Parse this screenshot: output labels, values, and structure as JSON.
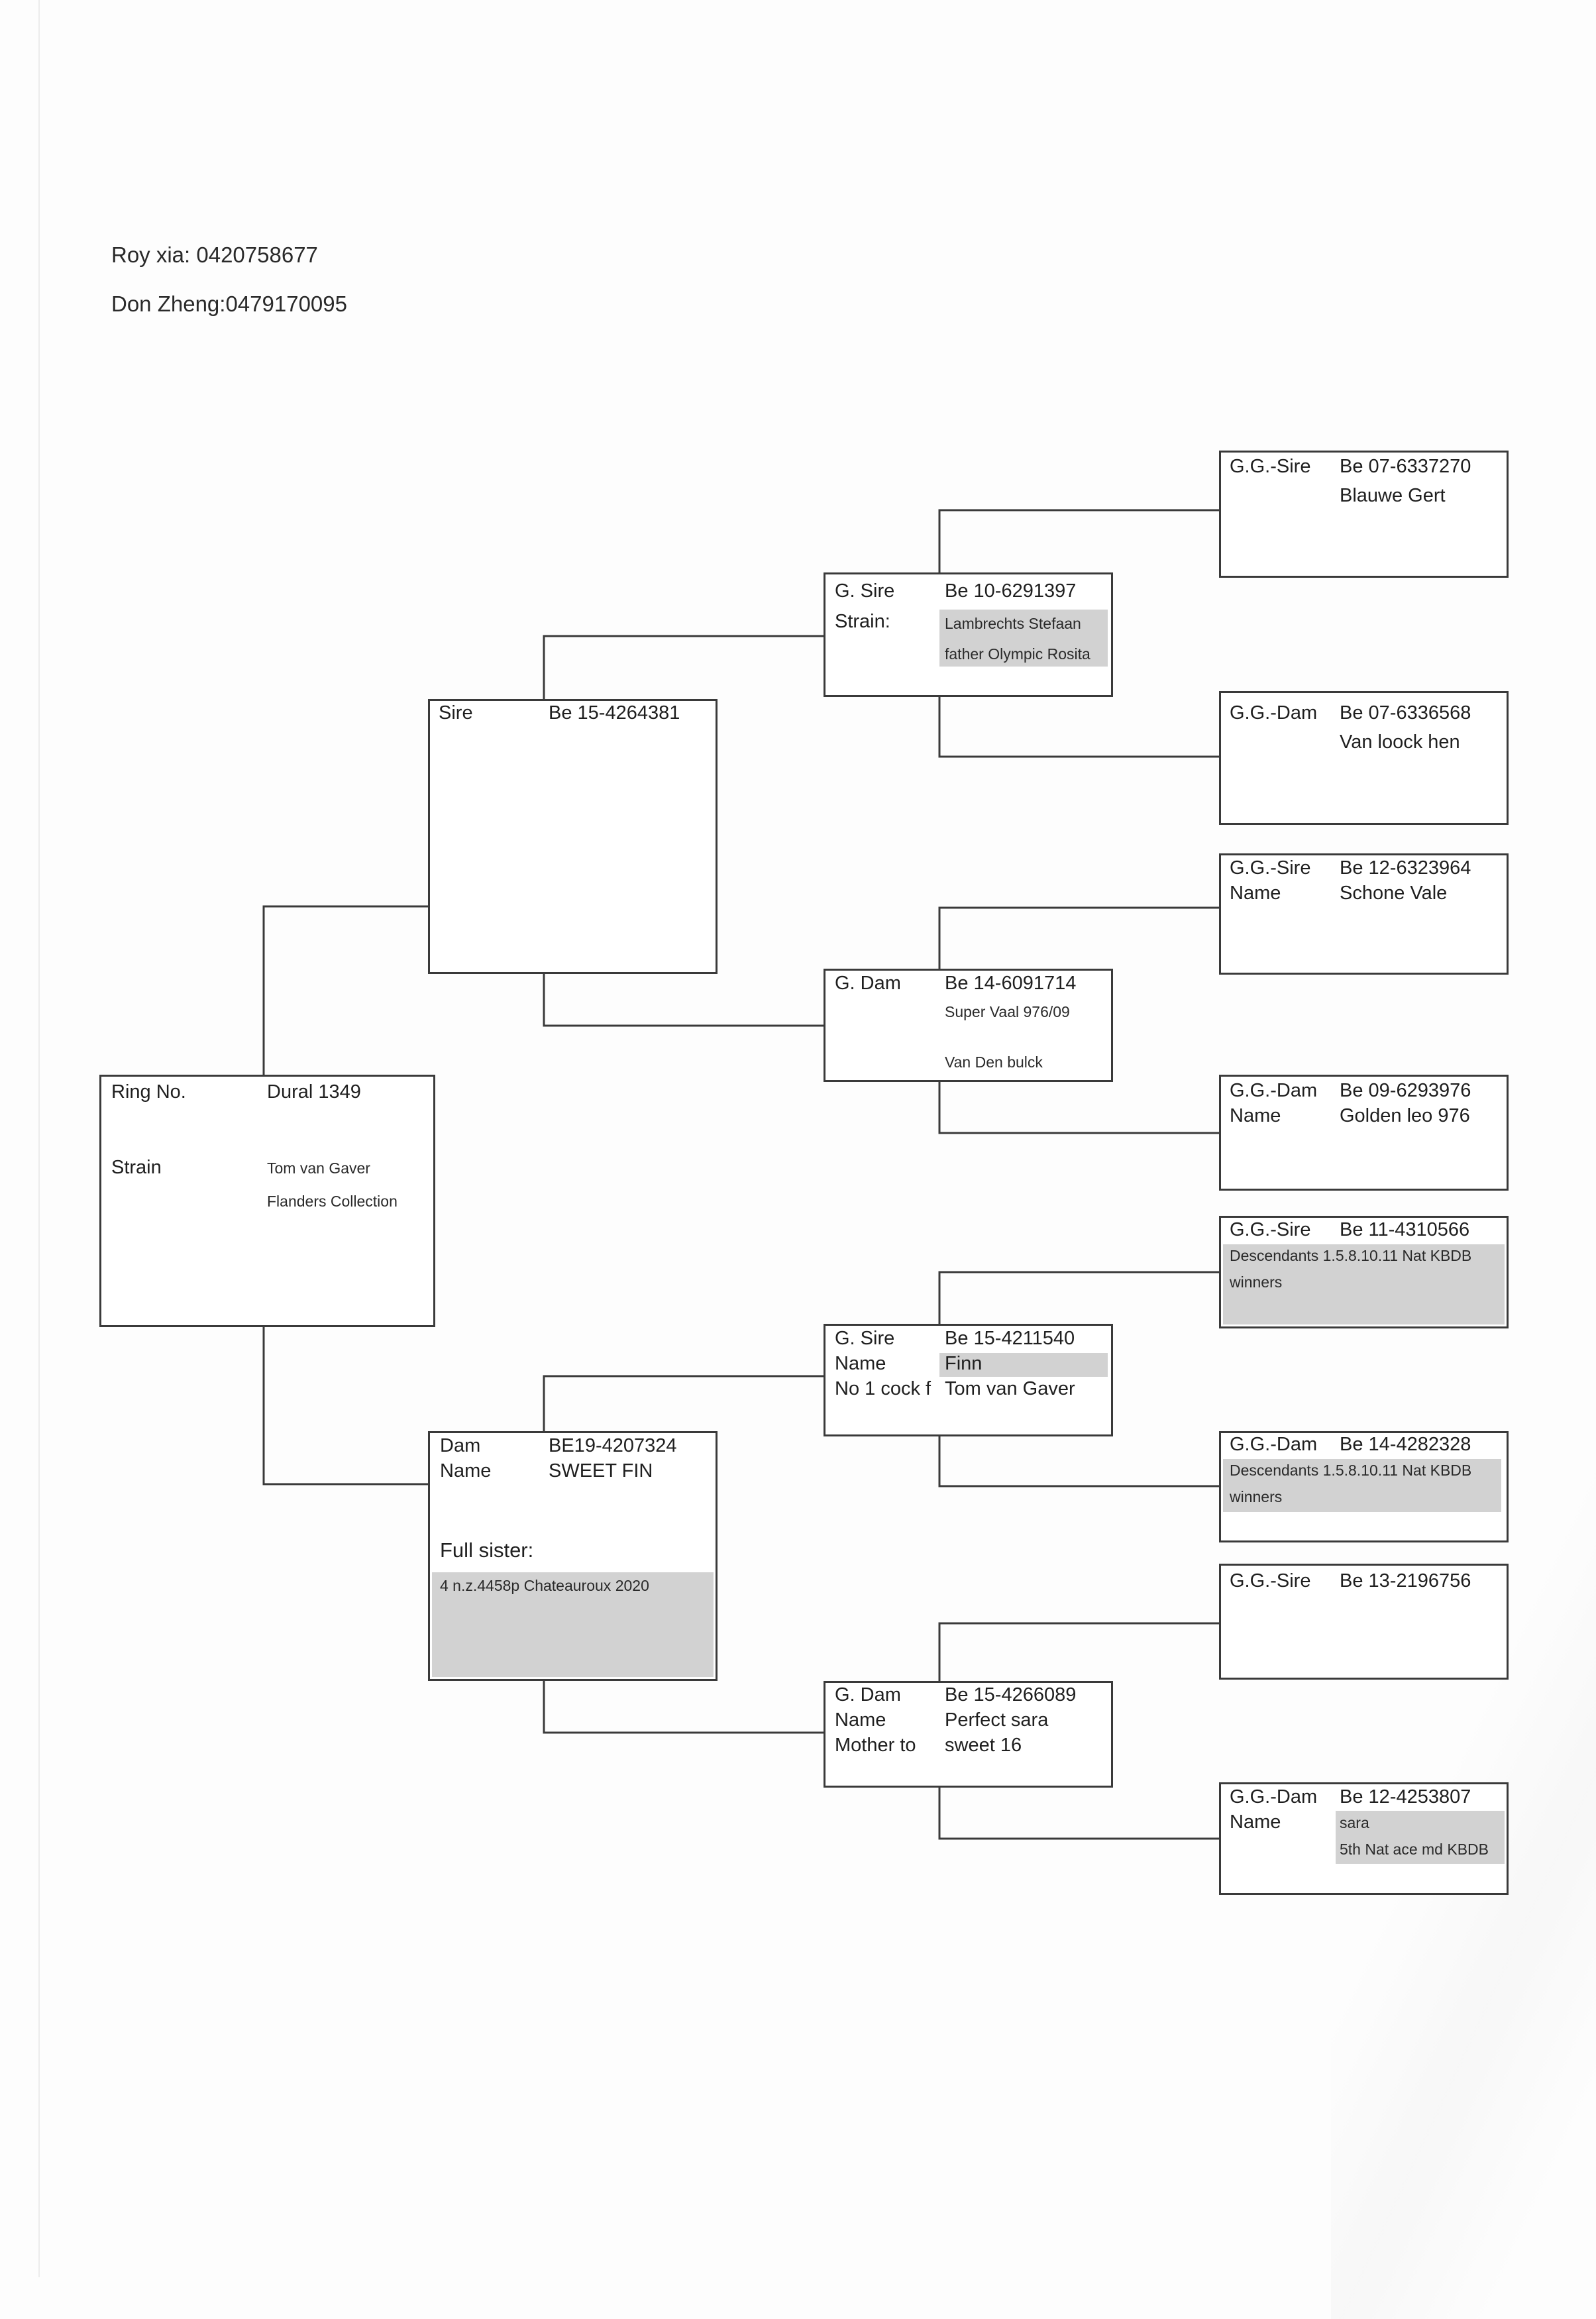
{
  "contacts": [
    {
      "text": "Roy xia: 0420758677"
    },
    {
      "text": "Don Zheng:0479170095"
    }
  ],
  "subject": {
    "ring_label": "Ring No.",
    "ring": "Dural 1349",
    "strain_label": "Strain",
    "strain_line1": "Tom van Gaver",
    "strain_line2": "Flanders Collection"
  },
  "sire": {
    "label": "Sire",
    "ring": "Be 15-4264381"
  },
  "dam": {
    "label": "Dam",
    "ring": "BE19-4207324",
    "name_label": "Name",
    "name": "SWEET FIN",
    "note_label": "Full sister:",
    "note": "4 n.z.4458p Chateauroux 2020"
  },
  "gsire_1": {
    "label": "G. Sire",
    "ring": "Be 10-6291397",
    "strain_label": "Strain:",
    "strain_line1": "Lambrechts Stefaan",
    "strain_line2": "father Olympic Rosita"
  },
  "gdam_1": {
    "label": "G. Dam",
    "ring": "Be 14-6091714",
    "line1": "Super Vaal 976/09",
    "line2": "Van Den bulck"
  },
  "gsire_2": {
    "label": "G. Sire",
    "ring": "Be 15-4211540",
    "name_label": "Name",
    "name": "Finn",
    "extra_label": "No 1 cock f",
    "extra": "Tom van Gaver"
  },
  "gdam_2": {
    "label": "G. Dam",
    "ring": "Be 15-4266089",
    "name_label": "Name",
    "name": "Perfect sara",
    "extra_label": "Mother to",
    "extra": "sweet 16"
  },
  "gg": [
    {
      "label": "G.G.-Sire",
      "ring": "Be 07-6337270",
      "line1": "Blauwe Gert"
    },
    {
      "label": "G.G.-Dam",
      "ring": "Be 07-6336568",
      "line1": "Van loock hen"
    },
    {
      "label": "G.G.-Sire",
      "ring": "Be 12-6323964",
      "name_label": "Name",
      "line1": "Schone Vale"
    },
    {
      "label": "G.G.-Dam",
      "ring": "Be 09-6293976",
      "name_label": "Name",
      "line1": "Golden leo 976"
    },
    {
      "label": "G.G.-Sire",
      "ring": "Be 11-4310566",
      "note1": "Descendants 1.5.8.10.11 Nat KBDB",
      "note2": "winners"
    },
    {
      "label": "G.G.-Dam",
      "ring": "Be 14-4282328",
      "note1": "Descendants 1.5.8.10.11 Nat KBDB",
      "note2": "winners"
    },
    {
      "label": "G.G.-Sire",
      "ring": "Be 13-2196756"
    },
    {
      "label": "G.G.-Dam",
      "ring": "Be 12-4253807",
      "name_label": "Name",
      "line1": "sara",
      "line2": "5th Nat ace md KBDB"
    }
  ]
}
